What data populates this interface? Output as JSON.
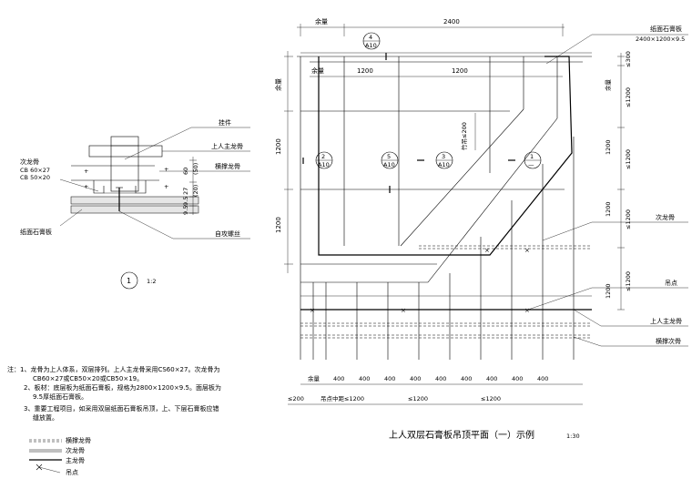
{
  "detail": {
    "labels": {
      "hanger": "挂件",
      "main_keel": "上人主龙骨",
      "secondary_keel_title": "次龙骨",
      "secondary_keel_spec1": "CB 60×27",
      "secondary_keel_spec2": "CB 50×20",
      "cross_keel": "横撑龙骨",
      "gypsum_board": "纸面石膏板",
      "self_tap_screw": "自攻螺丝"
    },
    "dims": [
      "60",
      "(50)",
      "27",
      "(20)",
      "9.5",
      "9.5"
    ],
    "callout": {
      "number": "1",
      "scale": "1:2"
    }
  },
  "notes": {
    "lines": [
      "注：1、龙骨为上人体系，双层排列。上人主龙骨采用CS60×27。次龙骨为",
      "CB60×27或CB50×20或CB50×19。",
      "2、板材：底层板为纸面石膏板，规格为2800×1200×9.5。面层板为",
      "9.5厚纸面石膏板。",
      "3、重要工程项目，如采用双层纸面石膏板吊顶，上、下层石膏板应错",
      "缝放置。"
    ]
  },
  "legend": {
    "items": [
      "横撑龙骨",
      "次龙骨",
      "主龙骨",
      "吊点"
    ]
  },
  "plan": {
    "title": "上人双层石膏板吊顶平面（一）示例",
    "scale": "1:30",
    "top_dims": [
      "余量",
      "2400"
    ],
    "left_dims": [
      "余量",
      "1200",
      "1200"
    ],
    "right_dims": [
      "≤300",
      "≤1200",
      "≤1200",
      "≤1200",
      "≤1200"
    ],
    "right_top_dim": "余量",
    "inner_dims": [
      "1200",
      "余量"
    ],
    "vertical_dim": "竹吊≤200",
    "bottom_row1": [
      "余量",
      "400",
      "400",
      "400",
      "400",
      "400",
      "400",
      "400",
      "400",
      "400"
    ],
    "bottom_row2": [
      "≤200",
      "吊点中距≤1200",
      "≤1200",
      "≤1200"
    ],
    "labels": {
      "gypsum_board": "纸面石膏板",
      "gypsum_board_spec": "2400×1200×9.5",
      "secondary_keel": "次龙骨",
      "hanging_point": "吊点",
      "main_keel": "上人主龙骨",
      "cross_keel": "横撑次骨"
    },
    "callouts": [
      {
        "num": "4",
        "ref": "A10"
      },
      {
        "num": "2",
        "ref": "A10"
      },
      {
        "num": "5",
        "ref": "A10"
      },
      {
        "num": "3",
        "ref": "A10"
      },
      {
        "num": "1",
        "ref": "—"
      }
    ]
  }
}
